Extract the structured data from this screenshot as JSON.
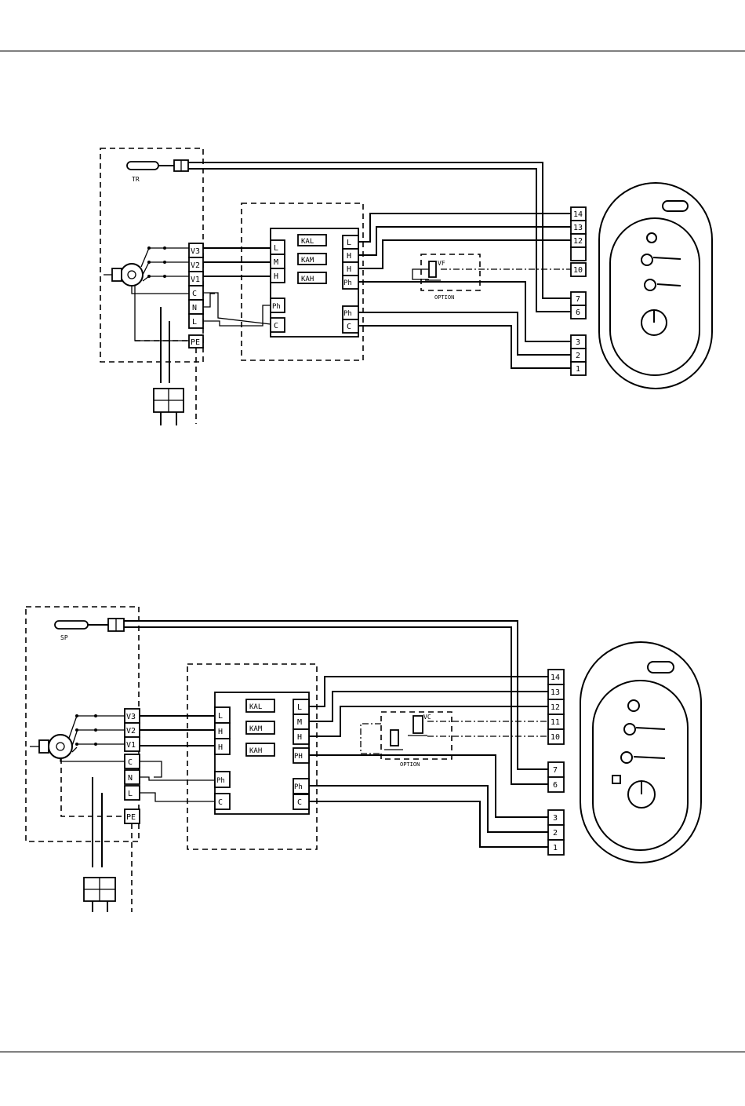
{
  "diagram_1": {
    "sensor": "TR",
    "motor_terminals": [
      "V3",
      "V2",
      "V1",
      "C",
      "N",
      "L",
      "PE"
    ],
    "board_left_terminals": [
      "L",
      "M",
      "H",
      "Ph",
      "C"
    ],
    "board_speed_labels": [
      "KAL",
      "KAM",
      "KAH"
    ],
    "board_right_terminals": [
      "L",
      "H",
      "H",
      "Ph",
      "Ph",
      "C"
    ],
    "option_label": "OPTION",
    "option_valve": "VF",
    "control_terminals": [
      "14",
      "13",
      "12",
      "10",
      "7",
      "6",
      "3",
      "2",
      "1"
    ]
  },
  "diagram_2": {
    "sensor": "SP",
    "motor_terminals": [
      "V3",
      "V2",
      "V1",
      "C",
      "N",
      "L",
      "PE"
    ],
    "board_left_terminals": [
      "L",
      "H",
      "H",
      "Ph",
      "C"
    ],
    "board_speed_labels": [
      "KAL",
      "KAM",
      "KAH"
    ],
    "board_right_terminals": [
      "L",
      "M",
      "H",
      "PH",
      "Ph",
      "C"
    ],
    "option_label": "OPTION",
    "option_valve": "VC",
    "control_terminals": [
      "14",
      "13",
      "12",
      "11",
      "10",
      "7",
      "6",
      "3",
      "2",
      "1"
    ]
  }
}
